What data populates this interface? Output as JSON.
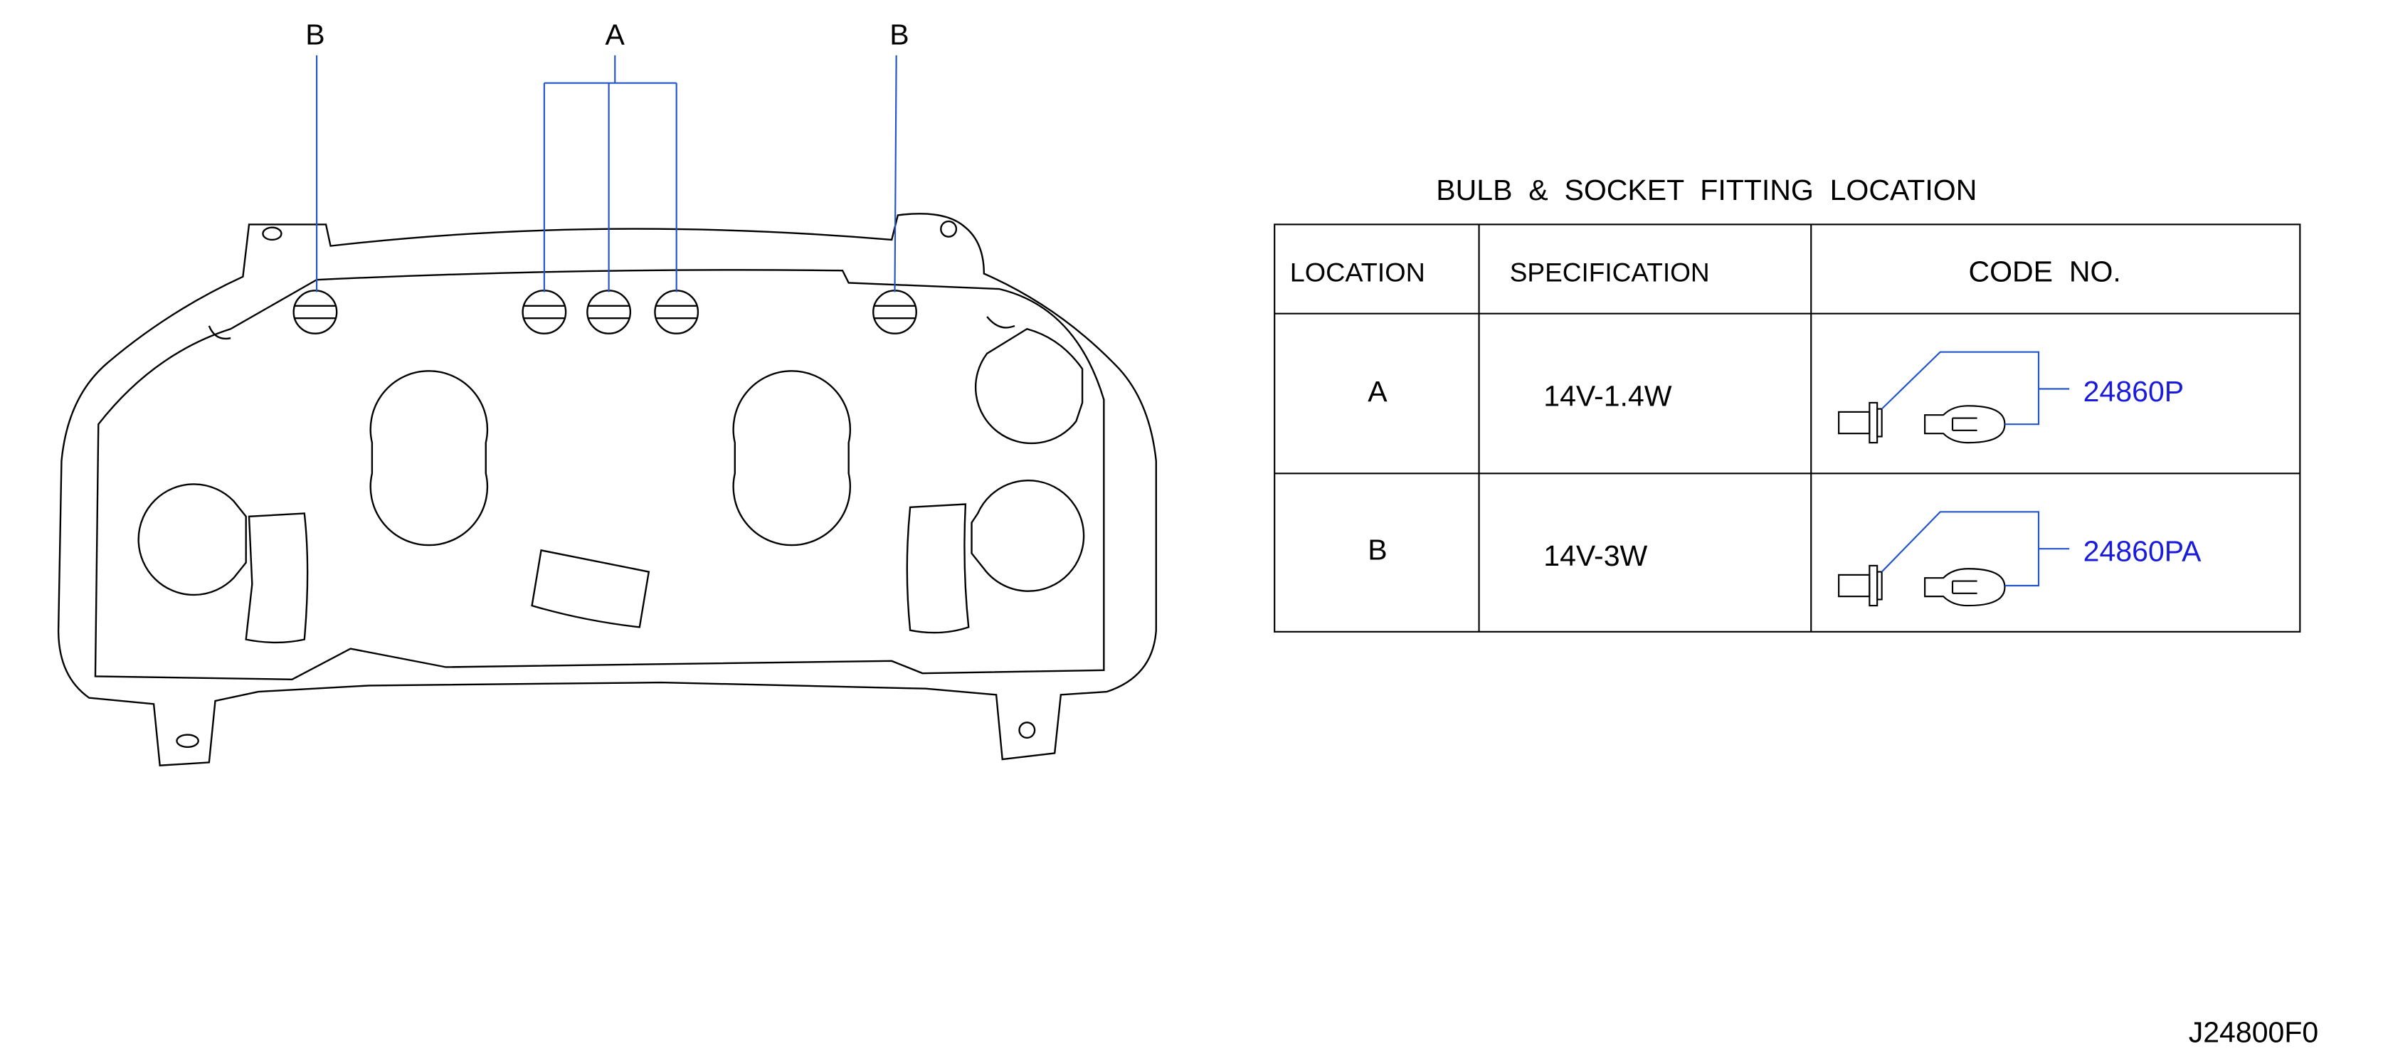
{
  "diagram": {
    "callouts": {
      "left_b": "B",
      "top_a": "A",
      "right_b": "B"
    },
    "table": {
      "title": "BULB  &  SOCKET  FITTING  LOCATION",
      "headers": [
        "LOCATION",
        "SPECIFICATION",
        "CODE  NO."
      ],
      "rows": [
        {
          "location": "A",
          "specification": "14V-1.4W",
          "code": "24860P"
        },
        {
          "location": "B",
          "specification": "14V-3W",
          "code": "24860PA"
        }
      ]
    },
    "drawing_id": "J24800F0",
    "colors": {
      "leader_line": "#2255cc",
      "code_text": "#1a1adc",
      "outline": "#000000"
    }
  }
}
